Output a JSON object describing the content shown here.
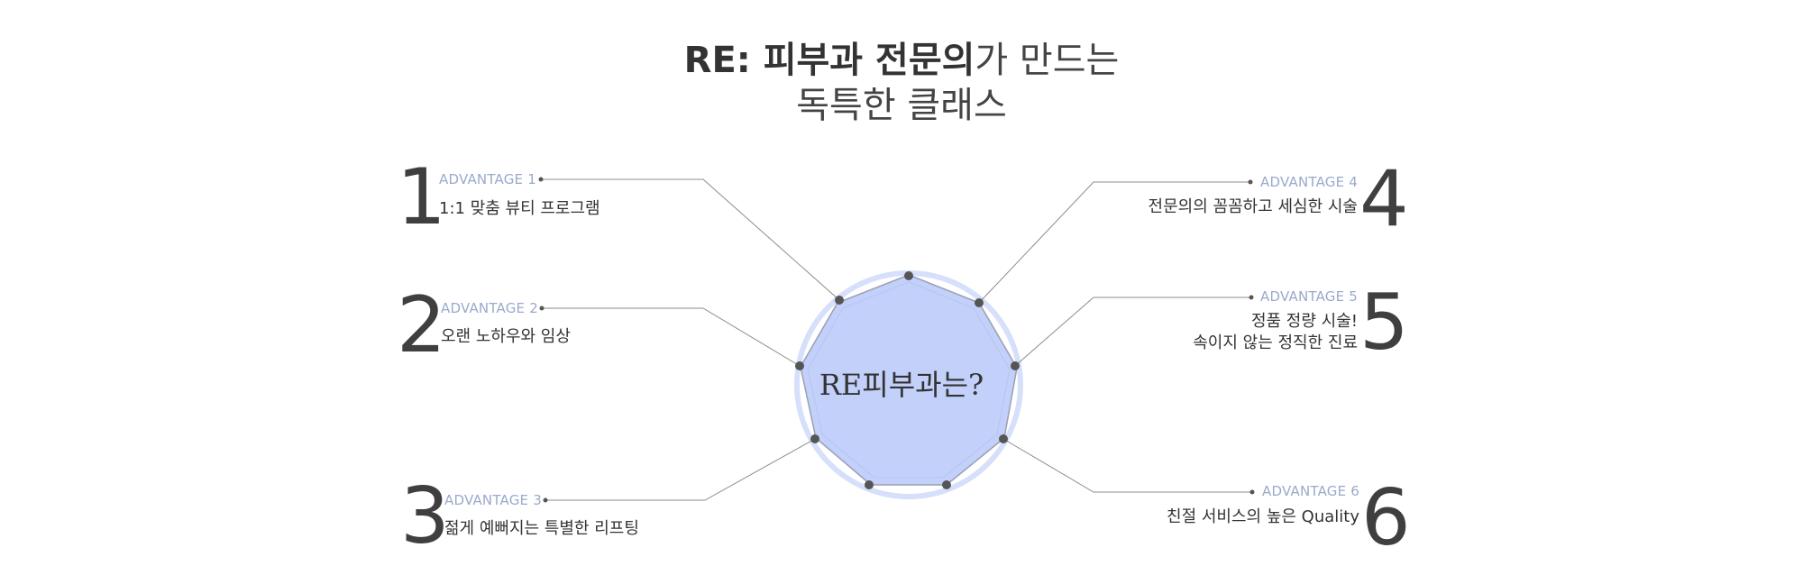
{
  "title": {
    "bold_part": "RE: 피부과 전문의",
    "light_part": "가 만드는",
    "line2": "독특한 클래스"
  },
  "center": {
    "label": "RE피부과는?"
  },
  "colors": {
    "accent": "#9aaacb",
    "circle_fill": "#c2d0fa",
    "ring": "#d6e0fb",
    "dot": "#555555",
    "line": "#888888"
  },
  "advantages": [
    {
      "number": "1",
      "label": "ADVANTAGE 1",
      "text": "1:1 맞춤 뷰티 프로그램"
    },
    {
      "number": "2",
      "label": "ADVANTAGE 2",
      "text": "오랜 노하우와 임상"
    },
    {
      "number": "3",
      "label": "ADVANTAGE 3",
      "text": "젊게 예뻐지는 특별한 리프팅"
    },
    {
      "number": "4",
      "label": "ADVANTAGE 4",
      "text": "전문의의 꼼꼼하고 세심한 시술"
    },
    {
      "number": "5",
      "label": "ADVANTAGE 5",
      "text_line1": "정품 정량 시술!",
      "text_line2": "속이지 않는 정직한 진료"
    },
    {
      "number": "6",
      "label": "ADVANTAGE 6",
      "text": "친절 서비스의 높은 Quality"
    }
  ]
}
